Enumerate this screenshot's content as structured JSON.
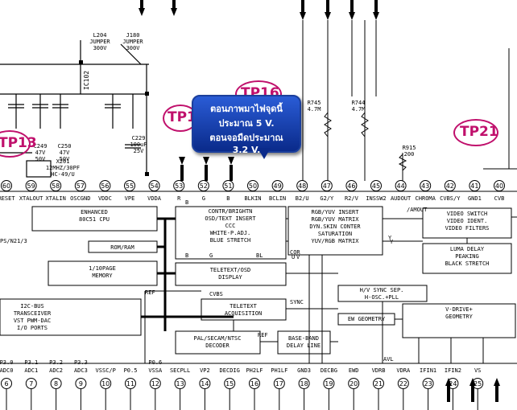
{
  "labels": {
    "ic_ref": "IC102"
  },
  "markers": {
    "tp13": "TP13",
    "tp1": "TP1",
    "tp16": "TP16",
    "tp21": "TP21",
    "color": "#c0106c"
  },
  "callout": {
    "line1": "ตอนภาพมาไฟจุดนี้",
    "line2": "ประมาณ 5 V.",
    "line3": "ตอนจอมืดประมาณ",
    "line4": "3.2 V.",
    "color": "#1b3f9c"
  },
  "pins_top": [
    "60",
    "59",
    "58",
    "57",
    "56",
    "55",
    "54",
    "53",
    "52",
    "51",
    "50",
    "49",
    "48",
    "47",
    "46",
    "45",
    "44",
    "43",
    "42",
    "41",
    "40"
  ],
  "pin_names_top": [
    "RESET",
    "XTALOUT",
    "XTALIN",
    "OSCGND",
    "VDDC",
    "VPE",
    "VDDA",
    "R",
    "G",
    "B",
    "BLKIN",
    "BCLIN",
    "B2/U",
    "G2/Y",
    "R2/V",
    "INSSW2",
    "AUDOUT",
    "CHROMA",
    "CVBS/Y",
    "GND1",
    "CVB"
  ],
  "pins_bottom": [
    "6",
    "7",
    "8",
    "9",
    "10",
    "11",
    "12",
    "13",
    "14",
    "15",
    "16",
    "17",
    "18",
    "19",
    "20",
    "21",
    "22",
    "23",
    "24",
    "25"
  ],
  "pin_names_bottom": [
    "P3.0 ADC0",
    "P3.1 ADC1",
    "P3.2 ADC2",
    "P3.3 ADC3",
    "VSSC/P",
    "P0.5",
    "P0.6 VSSA",
    "SECPLL",
    "VP2",
    "DECDIG",
    "PH2LF",
    "PH1LF",
    "GND3",
    "DECBG",
    "EWD",
    "VDRB",
    "VDRA",
    "IFIN1",
    "IFIN2",
    "VS"
  ],
  "blocks": {
    "cpu": [
      "ENHANCED",
      "80C51 CPU"
    ],
    "rom": "ROM/RAM",
    "memory": [
      "1/10PAGE",
      "MEMORY"
    ],
    "i2c": [
      "I2C-BUS",
      "TRANSCEIVER",
      "VST PWM-DAC",
      "I/O PORTS"
    ],
    "osd": [
      "CONTR/BRIGHTN",
      "OSD/TEXT INSERT",
      "CCC",
      "WHITE-P.ADJ.",
      "BLUE STRETCH"
    ],
    "teletext_osd": [
      "TELETEXT/OSD",
      "DISPLAY"
    ],
    "teletext_acq": [
      "TELETEXT",
      "ACQUISITION"
    ],
    "decoder": [
      "PAL/SECAM/NTSC",
      "DECODER"
    ],
    "baseband": [
      "BASE-BAND",
      "DELAY LINE"
    ],
    "rgb": [
      "RGB/YUV INSERT",
      "RGB/YUV MATRIX",
      "DYN.SKIN CONTER",
      "SATURATION",
      "YUV/RGB MATRIX"
    ],
    "video_switch": [
      "VIDEO SWITCH",
      "VIDEO IDENT.",
      "VIDEO FILTERS"
    ],
    "luma": [
      "LUMA DELAY",
      "PEAKING",
      "BLACK STRETCH"
    ],
    "hv_sync": [
      "H/V SYNC SEP.",
      "H-OSC.+PLL"
    ],
    "ew": "EW GEOMETRY",
    "vdrive": [
      "V-DRIVE+",
      "GEOMETRY"
    ]
  },
  "components": {
    "l204": [
      "L204",
      "JUMPER",
      "300V"
    ],
    "j180": [
      "J180",
      "JUMPER",
      "300V"
    ],
    "c249": [
      "C249",
      "47V",
      "50V"
    ],
    "c250": [
      "C250",
      "47V",
      "50V"
    ],
    "x201": [
      "X201",
      "12MHZ/30PF",
      "HC-49/U"
    ],
    "c229": [
      "C229",
      "100uF",
      "25V"
    ],
    "r745": [
      "R745",
      "4.7M"
    ],
    "r744": [
      "R744",
      "4.7M"
    ],
    "r915": [
      "R915",
      "200"
    ]
  },
  "signals": [
    "CVBS",
    "SYNC",
    "REF",
    "REF",
    "Y",
    "U",
    "V",
    "COR",
    "AVL",
    "B",
    "G",
    "BL",
    "B",
    "/AMOUT",
    "Y"
  ],
  "side_labels": {
    "left_ps": "PS/N21/3"
  }
}
